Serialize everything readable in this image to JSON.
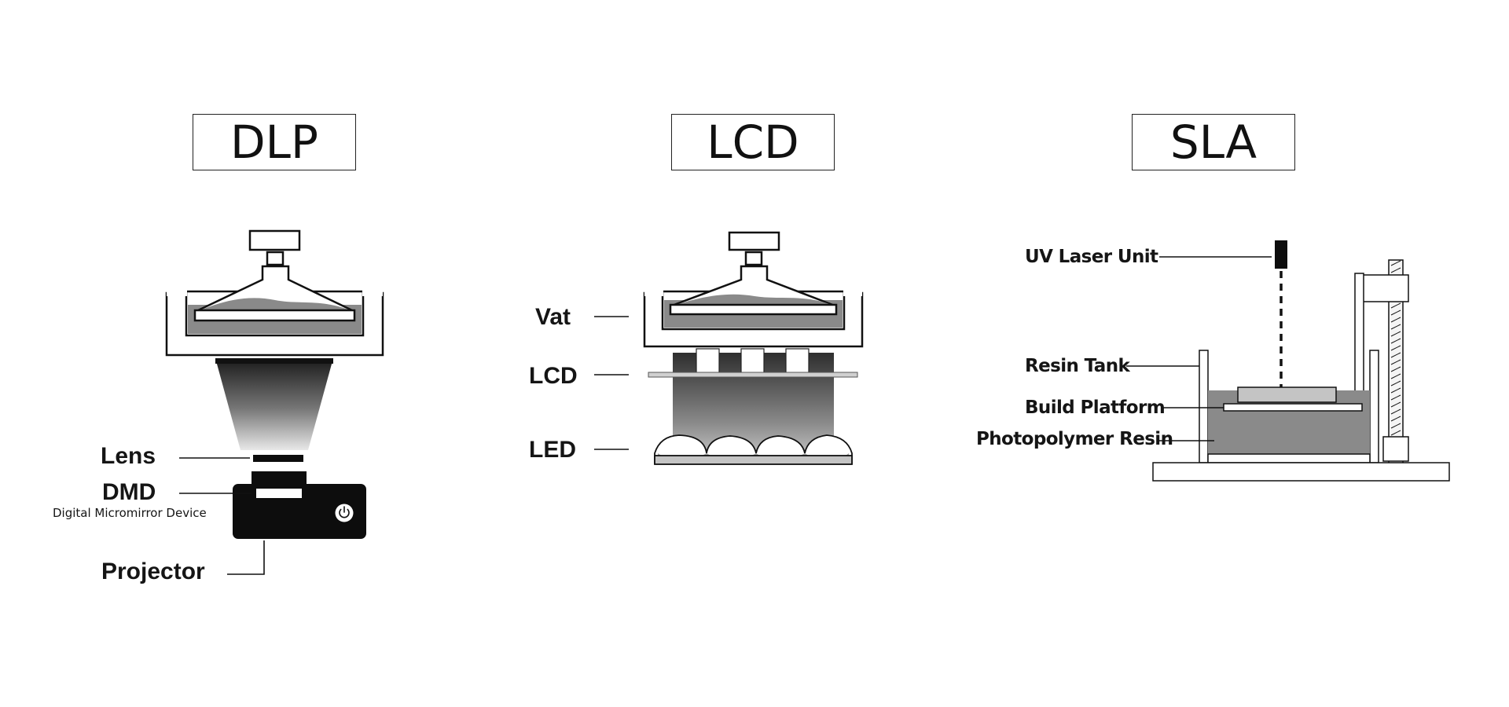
{
  "titles": {
    "dlp": "DLP",
    "lcd": "LCD",
    "sla": "SLA"
  },
  "dlp": {
    "lens_label": "Lens",
    "dmd_label": "DMD",
    "dmd_sublabel": "Digital Micromirror Device",
    "projector_label": "Projector"
  },
  "lcd": {
    "vat_label": "Vat",
    "lcd_label": "LCD",
    "led_label": "LED"
  },
  "sla": {
    "laser_label": "UV Laser Unit",
    "tank_label": "Resin Tank",
    "platform_label": "Build Platform",
    "resin_label": "Photopolymer Resin"
  },
  "colors": {
    "outline": "#111111",
    "resin": "#8a8a8a",
    "dark": "#0d0d0d",
    "light_gray": "#c4c4c4"
  },
  "icons": {
    "projector_power": "power-icon"
  }
}
